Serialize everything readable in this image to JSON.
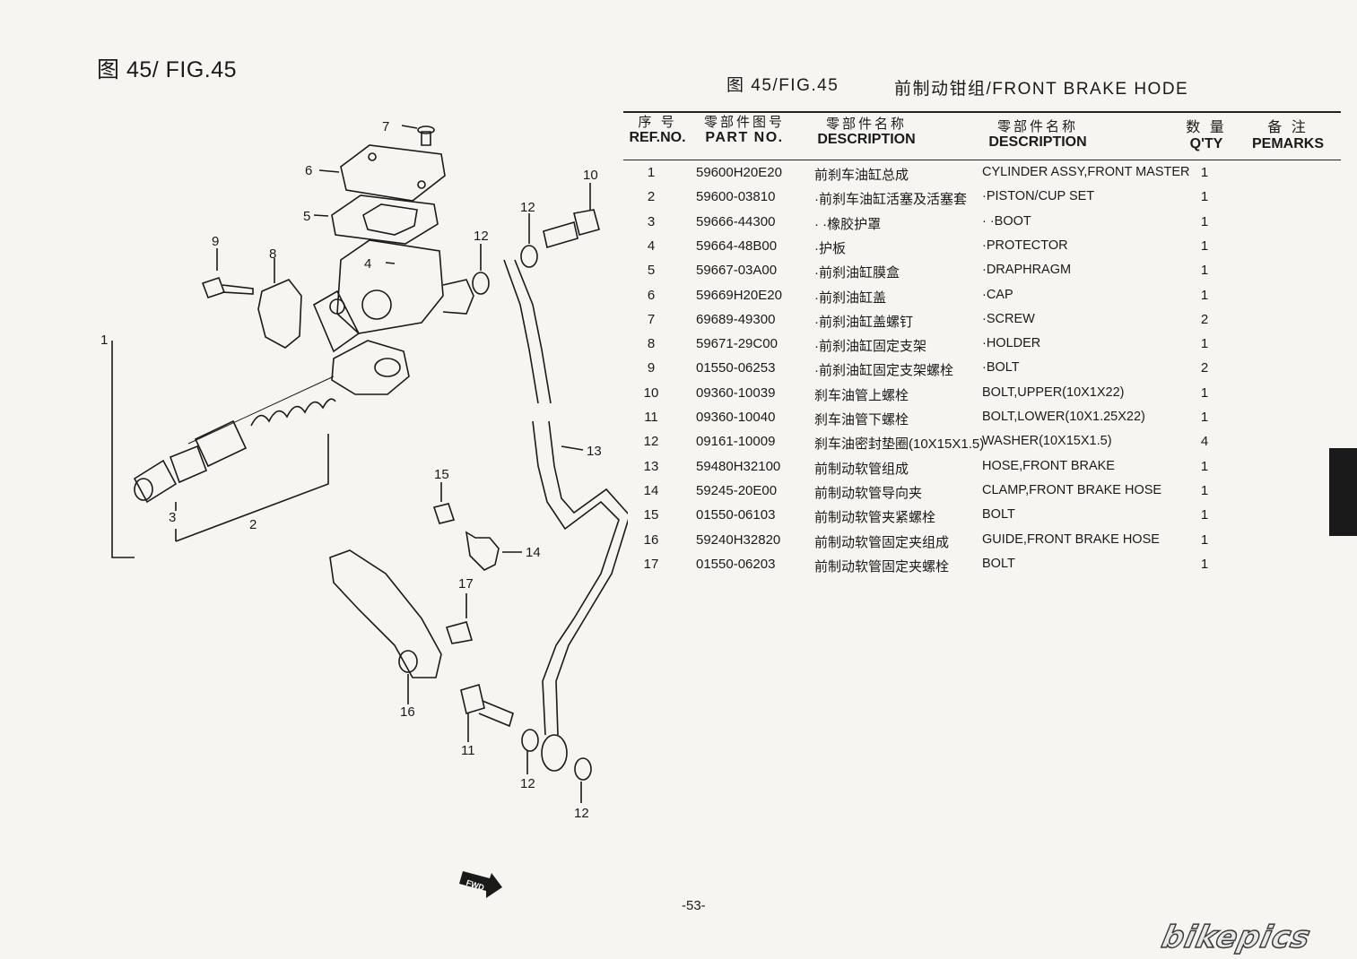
{
  "figure": {
    "left_title": "图 45/ FIG.45",
    "right_title": "图 45/FIG.45",
    "section_title": "前制动钳组/FRONT BRAKE HODE"
  },
  "table": {
    "headers": {
      "ref_zh": "序 号",
      "ref_en": "REF.NO.",
      "part_zh": "零部件图号",
      "part_en": "PART NO.",
      "desc_zh_zh": "零部件名称",
      "desc_zh_en": "DESCRIPTION",
      "desc_en_zh": "零部件名称",
      "desc_en_en": "DESCRIPTION",
      "qty_zh": "数 量",
      "qty_en": "Q'TY",
      "remarks_zh": "备 注",
      "remarks_en": "PEMARKS"
    },
    "rows": [
      {
        "ref": "1",
        "part_no": "59600H20E20",
        "desc_zh": "前刹车油缸总成",
        "desc_en": "CYLINDER ASSY,FRONT MASTER",
        "qty": "1"
      },
      {
        "ref": "2",
        "part_no": "59600-03810",
        "desc_zh": "·前刹车油缸活塞及活塞套",
        "desc_en": "·PISTON/CUP SET",
        "qty": "1"
      },
      {
        "ref": "3",
        "part_no": "59666-44300",
        "desc_zh": "· ·橡胶护罩",
        "desc_en": "· ·BOOT",
        "qty": "1"
      },
      {
        "ref": "4",
        "part_no": "59664-48B00",
        "desc_zh": "·护板",
        "desc_en": "·PROTECTOR",
        "qty": "1"
      },
      {
        "ref": "5",
        "part_no": "59667-03A00",
        "desc_zh": "·前刹油缸膜盒",
        "desc_en": "·DRAPHRAGM",
        "qty": "1"
      },
      {
        "ref": "6",
        "part_no": "59669H20E20",
        "desc_zh": "·前刹油缸盖",
        "desc_en": "·CAP",
        "qty": "1"
      },
      {
        "ref": "7",
        "part_no": "69689-49300",
        "desc_zh": "·前刹油缸盖螺钉",
        "desc_en": "·SCREW",
        "qty": "2"
      },
      {
        "ref": "8",
        "part_no": "59671-29C00",
        "desc_zh": "·前刹油缸固定支架",
        "desc_en": "·HOLDER",
        "qty": "1"
      },
      {
        "ref": "9",
        "part_no": "01550-06253",
        "desc_zh": "·前刹油缸固定支架螺栓",
        "desc_en": "·BOLT",
        "qty": "2"
      },
      {
        "ref": "10",
        "part_no": "09360-10039",
        "desc_zh": "刹车油管上螺栓",
        "desc_en": "BOLT,UPPER(10X1X22)",
        "qty": "1"
      },
      {
        "ref": "11",
        "part_no": "09360-10040",
        "desc_zh": "刹车油管下螺栓",
        "desc_en": "BOLT,LOWER(10X1.25X22)",
        "qty": "1"
      },
      {
        "ref": "12",
        "part_no": "09161-10009",
        "desc_zh": "刹车油密封垫圈(10X15X1.5)",
        "desc_en": "WASHER(10X15X1.5)",
        "qty": "4"
      },
      {
        "ref": "13",
        "part_no": "59480H32100",
        "desc_zh": "前制动软管组成",
        "desc_en": "HOSE,FRONT BRAKE",
        "qty": "1"
      },
      {
        "ref": "14",
        "part_no": "59245-20E00",
        "desc_zh": "前制动软管导向夹",
        "desc_en": "CLAMP,FRONT BRAKE HOSE",
        "qty": "1"
      },
      {
        "ref": "15",
        "part_no": "01550-06103",
        "desc_zh": "前制动软管夹紧螺栓",
        "desc_en": "BOLT",
        "qty": "1"
      },
      {
        "ref": "16",
        "part_no": "59240H32820",
        "desc_zh": "前制动软管固定夹组成",
        "desc_en": "GUIDE,FRONT BRAKE HOSE",
        "qty": "1"
      },
      {
        "ref": "17",
        "part_no": "01550-06203",
        "desc_zh": "前制动软管固定夹螺栓",
        "desc_en": "BOLT",
        "qty": "1"
      }
    ]
  },
  "diagram": {
    "callouts": [
      "1",
      "2",
      "3",
      "4",
      "5",
      "6",
      "7",
      "8",
      "9",
      "10",
      "11",
      "12",
      "12",
      "12",
      "12",
      "13",
      "14",
      "15",
      "16",
      "17"
    ],
    "fwd_label": "FWD"
  },
  "footer": {
    "page_number": "-53-",
    "watermark": "bikepics"
  },
  "colors": {
    "paper": "#f6f5f1",
    "ink": "#1a1a1a",
    "tab": "#1a1a1a"
  }
}
